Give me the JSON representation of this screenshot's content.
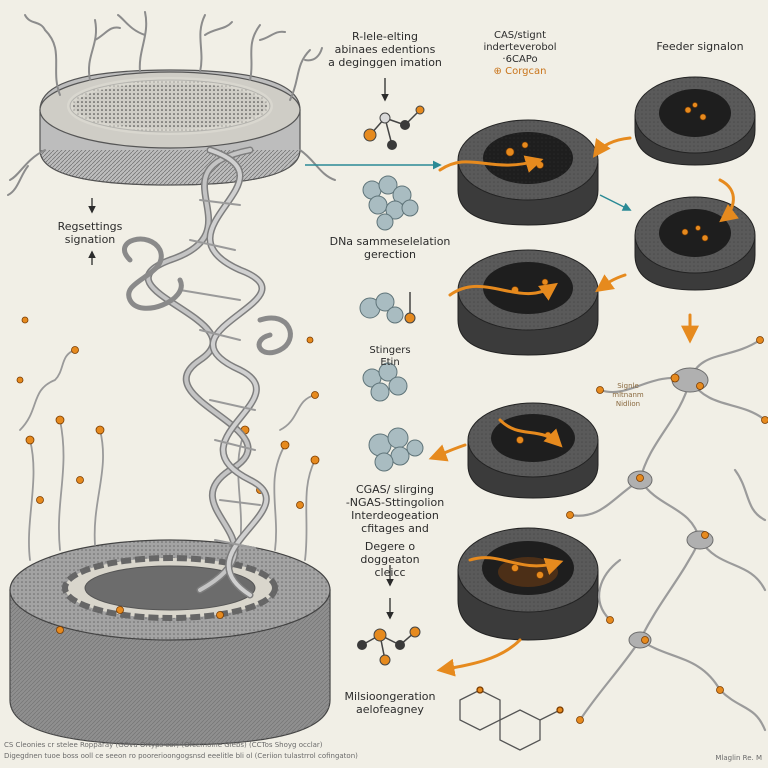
{
  "labels": {
    "top_center": [
      "R-lele-elting",
      "abinaes edentions",
      "a deginggen imation"
    ],
    "cas_top": [
      "CAS/stignt",
      "inderteverobol",
      "·6CAPo",
      "⊕ Corgcan"
    ],
    "feeder_signal": "Feeder signalon",
    "left_signals": [
      "Regsettings",
      "signation"
    ],
    "dna_gen": [
      "DNa sammeselelation",
      "gerection"
    ],
    "stingers": [
      "Stingers",
      "Etin"
    ],
    "small_note": [
      "Signle",
      "mltnanm",
      "Nidlion"
    ],
    "cas_bottom": [
      "CGAS/ slirging",
      "-NGAS-Sttingolion",
      "Interdeogeation",
      "cfitages and"
    ],
    "degree": [
      "Degere o",
      "doggeaton",
      "cleicc"
    ],
    "micro": [
      "Milsioongeration",
      "aelofeagney"
    ]
  },
  "caption": {
    "line1": "CS Cleonies cr stelee Ropparay (GOva Ortyps cor) (Ofcemoine Glebs) (CCTos Shoyg occlar)",
    "line2": "Digegdnen tuoe boss ooll ce seeon ro poorerioongogsnsd eeelitle bli ol (Ceriion tulastrrol cofingaton)",
    "signature": "Mlaglin Re. M"
  },
  "colors": {
    "background": "#f1efe6",
    "disc_dark": "#4c4c4c",
    "disc_rim": "#7a7a7a",
    "accent_orange": "#e68a1e",
    "dna_gray": "#a8a8a8",
    "cell_gray": "#9b9b9b",
    "cluster_teal": "#8fa7ad",
    "arrow_teal": "#2a8a95"
  }
}
